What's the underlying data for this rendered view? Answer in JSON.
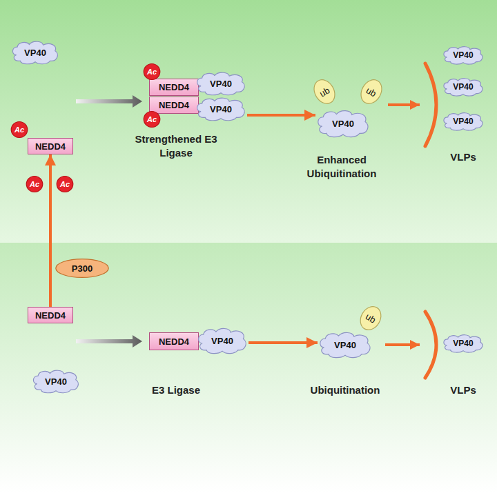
{
  "diagram": {
    "nodes": [
      {
        "text": [
          "VP40"
        ]
      },
      {
        "text": [
          "NEDD4"
        ]
      },
      {
        "text": [
          "Ac"
        ]
      },
      {
        "text": [
          "Ac"
        ]
      },
      {
        "text": [
          "Ac"
        ]
      },
      {
        "text": [
          "NEDD4"
        ]
      },
      {
        "text": [
          "VP40"
        ]
      },
      {
        "text": [
          "NEDD4"
        ]
      },
      {
        "text": [
          "VP40"
        ]
      },
      {
        "text": [
          "Ac"
        ]
      },
      {
        "text": [
          "Ac"
        ]
      },
      {
        "text": [
          "VP40"
        ]
      },
      {
        "text": [
          "ub"
        ]
      },
      {
        "text": [
          "ub"
        ]
      },
      {
        "text": [
          "VP40"
        ]
      },
      {
        "text": [
          "VP40"
        ]
      },
      {
        "text": [
          "VP40"
        ]
      },
      {
        "text": [
          "P300"
        ]
      },
      {
        "text": [
          "NEDD4"
        ]
      },
      {
        "text": [
          "VP40"
        ]
      },
      {
        "text": [
          "NEDD4"
        ]
      },
      {
        "text": [
          "VP40"
        ]
      },
      {
        "text": [
          "VP40"
        ]
      },
      {
        "text": [
          "ub"
        ]
      },
      {
        "text": [
          "VP40"
        ]
      }
    ],
    "edges": [
      {
        "from": 18,
        "to": 1,
        "arrow": "to"
      },
      {
        "from": 8,
        "to": 11,
        "arrow": "to"
      },
      {
        "from": 21,
        "to": 22,
        "arrow": "to"
      }
    ],
    "labels": [
      "Strengthened E3 Ligase",
      "Enhanced Ubiquitination",
      "VLPs",
      "E3 Ligase",
      "Ubiquitination",
      "VLPs"
    ]
  }
}
